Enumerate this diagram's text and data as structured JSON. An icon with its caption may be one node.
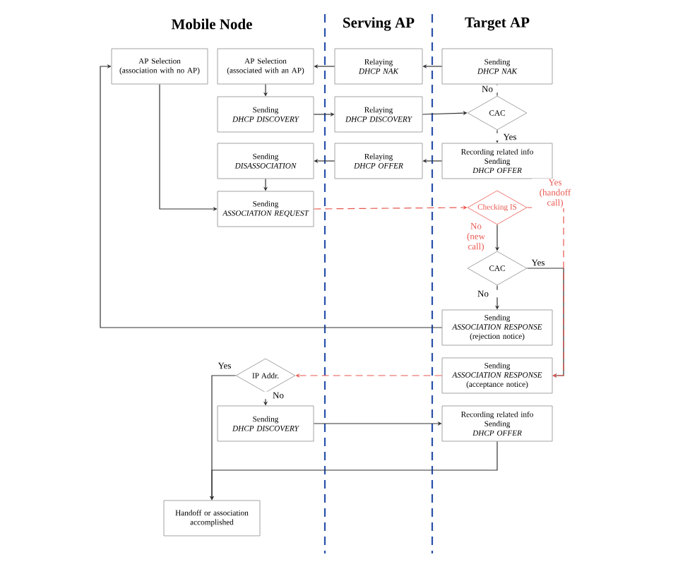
{
  "diagram": {
    "nodes": [
      {
        "text": [
          "AP Selection",
          "(association with no AP)"
        ]
      },
      {
        "text": [
          "AP Selection",
          "(associated with an AP)"
        ]
      },
      {
        "text": [
          "Relaying",
          "DHCP NAK"
        ]
      },
      {
        "text": [
          "Sending",
          "DHCP NAK"
        ]
      },
      {
        "text": [
          "Sending",
          "DHCP DISCOVERY"
        ]
      },
      {
        "text": [
          "Relaying",
          "DHCP DISCOVERY"
        ]
      },
      {
        "text": [
          "CAC"
        ]
      },
      {
        "text": [
          "Sending",
          "DISASSOCIATION"
        ]
      },
      {
        "text": [
          "Relaying",
          "DHCP OFFER"
        ]
      },
      {
        "text": [
          "Recording related info",
          "Sending",
          "DHCP OFFER"
        ]
      },
      {
        "text": [
          "Sending",
          "ASSOCIATION REQUEST"
        ]
      },
      {
        "text": [
          "Checking IS"
        ]
      },
      {
        "text": [
          "CAC"
        ]
      },
      {
        "text": [
          "Sending",
          "ASSOCIATION RESPONSE",
          "(rejection notice)"
        ]
      },
      {
        "text": [
          "Sending",
          "ASSOCIATION RESPONSE",
          "(acceptance notice)"
        ]
      },
      {
        "text": [
          "IP Addr."
        ]
      },
      {
        "text": [
          "Sending",
          "DHCP DISCOVERY"
        ]
      },
      {
        "text": [
          "Recording related info",
          "Sending",
          "DHCP OFFER"
        ]
      },
      {
        "text": [
          "Handoff or association accomplished"
        ]
      }
    ],
    "edges": [
      {
        "from": 3,
        "to": 2,
        "arrow": "to"
      },
      {
        "from": 2,
        "to": 1,
        "arrow": "to"
      },
      {
        "from": 1,
        "to": 4,
        "arrow": "to"
      },
      {
        "from": 4,
        "to": 5,
        "arrow": "to"
      },
      {
        "from": 5,
        "to": 6,
        "arrow": "to"
      },
      {
        "from": 6,
        "to": 3,
        "arrow": "to",
        "label": "No"
      },
      {
        "from": 6,
        "to": 9,
        "arrow": "to",
        "label": "Yes"
      },
      {
        "from": 9,
        "to": 8,
        "arrow": "to"
      },
      {
        "from": 8,
        "to": 7,
        "arrow": "to"
      },
      {
        "from": 7,
        "to": 10,
        "arrow": "to"
      },
      {
        "from": 0,
        "to": 10,
        "arrow": "to"
      },
      {
        "from": 10,
        "to": 11,
        "arrow": "to",
        "style": "dashed",
        "color": "#e8564e"
      },
      {
        "from": 11,
        "to": 12,
        "arrow": "to",
        "label": "No (new call)"
      },
      {
        "from": 12,
        "to": 14,
        "arrow": "to",
        "label": "Yes"
      },
      {
        "from": 11,
        "to": 14,
        "arrow": "to",
        "label": "Yes (handoff call)",
        "style": "dashed",
        "color": "#e8564e"
      },
      {
        "from": 12,
        "to": 13,
        "arrow": "to",
        "label": "No"
      },
      {
        "from": 13,
        "to": 0,
        "arrow": "to"
      },
      {
        "from": 14,
        "to": 15,
        "arrow": "to",
        "style": "dashed",
        "color": "#e8564e"
      },
      {
        "from": 15,
        "to": 16,
        "arrow": "to",
        "label": "No"
      },
      {
        "from": 15,
        "to": 18,
        "arrow": "to",
        "label": "Yes"
      },
      {
        "from": 16,
        "to": 17,
        "arrow": "to"
      },
      {
        "from": 17,
        "to": 18,
        "arrow": "to"
      }
    ],
    "labels": [
      "Mobile Node",
      "Serving AP",
      "Target AP"
    ]
  }
}
